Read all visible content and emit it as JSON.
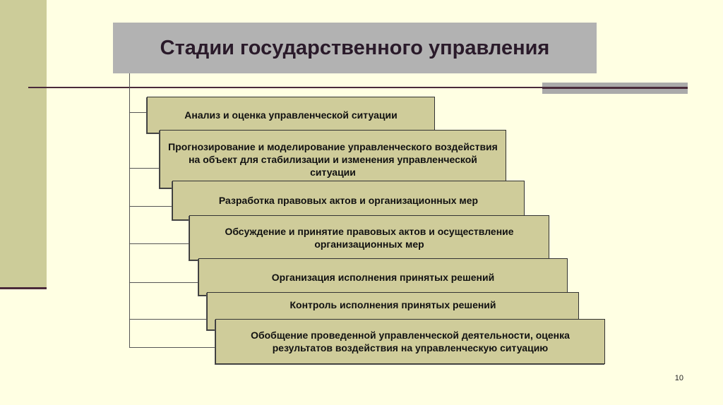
{
  "title": "Стадии государственного управления",
  "stages": [
    "Анализ и  оценка управленческой ситуации",
    "Прогнозирование и моделирование управленческого воздействия на объект для стабилизации и изменения управленческой ситуации",
    "Разработка правовых актов и организационных мер",
    "Обсуждение и принятие правовых актов и осуществление организационных мер",
    "Организация исполнения принятых решений",
    "Контроль исполнения принятых решений",
    "Обобщение проведенной управленческой деятельности, оценка результатов воздействия на управленческую ситуацию"
  ],
  "page_number": "10"
}
